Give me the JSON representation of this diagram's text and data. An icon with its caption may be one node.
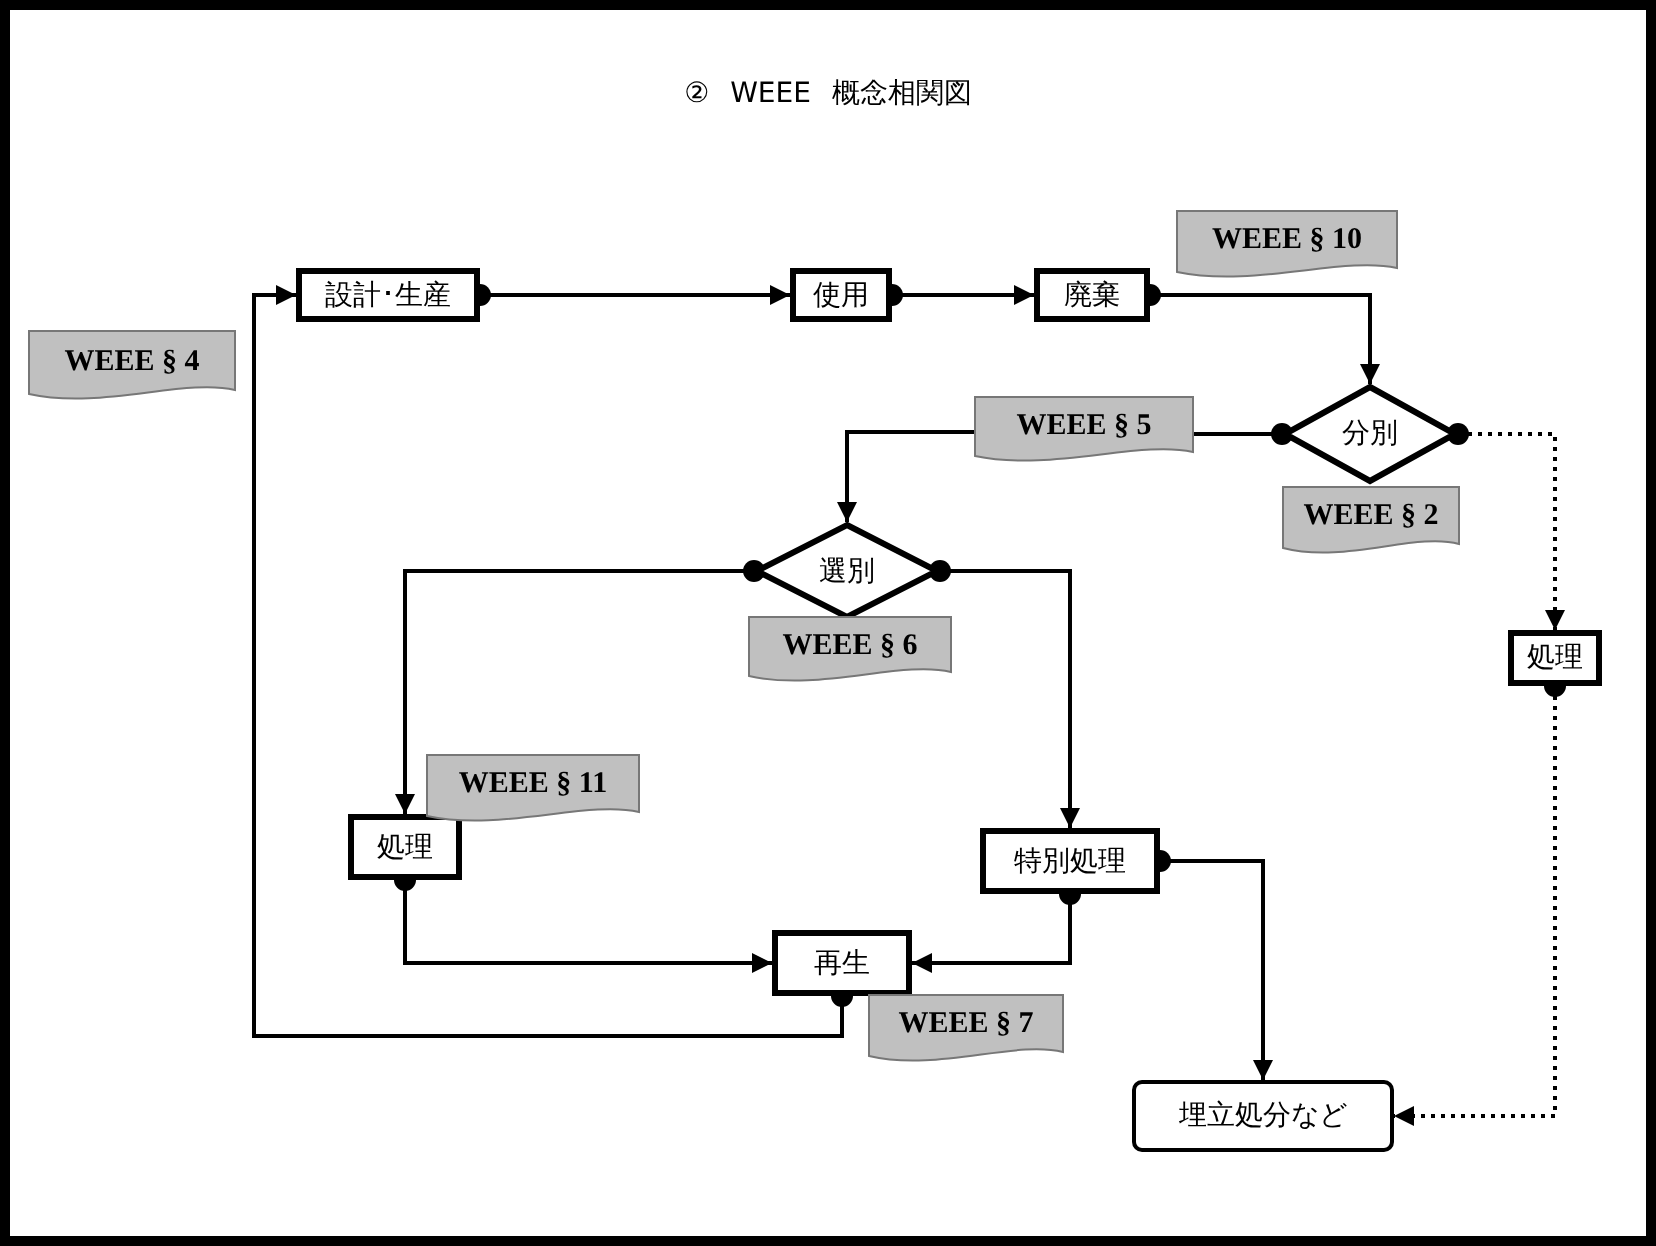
{
  "diagram": {
    "title": "② WEEE 概念相関図",
    "nodes": [
      {
        "text": [
          "設計･生産"
        ]
      },
      {
        "text": [
          "使用"
        ]
      },
      {
        "text": [
          "廃棄"
        ]
      },
      {
        "text": [
          "分別"
        ]
      },
      {
        "text": [
          "選別"
        ]
      },
      {
        "text": [
          "処理"
        ]
      },
      {
        "text": [
          "処理"
        ]
      },
      {
        "text": [
          "特別処理"
        ]
      },
      {
        "text": [
          "再生"
        ]
      },
      {
        "text": [
          "埋立処分など"
        ]
      },
      {
        "text": [
          "WEEE § 4"
        ]
      },
      {
        "text": [
          "WEEE § 10"
        ]
      },
      {
        "text": [
          "WEEE § 2"
        ]
      },
      {
        "text": [
          "WEEE § 6"
        ]
      },
      {
        "text": [
          "WEEE § 11"
        ]
      },
      {
        "text": [
          "WEEE § 7"
        ]
      },
      {
        "text": [
          "WEEE § 5"
        ]
      }
    ],
    "edges": [
      {
        "from": 0,
        "to": 1,
        "arrow": "to"
      },
      {
        "from": 1,
        "to": 2,
        "arrow": "to"
      },
      {
        "from": 2,
        "to": 3,
        "arrow": "to"
      },
      {
        "from": 3,
        "to": 16,
        "arrow": "other"
      },
      {
        "from": 16,
        "to": 4,
        "arrow": "to"
      },
      {
        "from": 3,
        "to": 5,
        "arrow": "to",
        "style": "dashed"
      },
      {
        "from": 4,
        "to": 6,
        "arrow": "to"
      },
      {
        "from": 4,
        "to": 7,
        "arrow": "to"
      },
      {
        "from": 6,
        "to": 8,
        "arrow": "to"
      },
      {
        "from": 7,
        "to": 8,
        "arrow": "to"
      },
      {
        "from": 7,
        "to": 9,
        "arrow": "to"
      },
      {
        "from": 8,
        "to": 0,
        "arrow": "to"
      },
      {
        "from": 5,
        "to": 9,
        "arrow": "to",
        "style": "dashed"
      }
    ]
  }
}
